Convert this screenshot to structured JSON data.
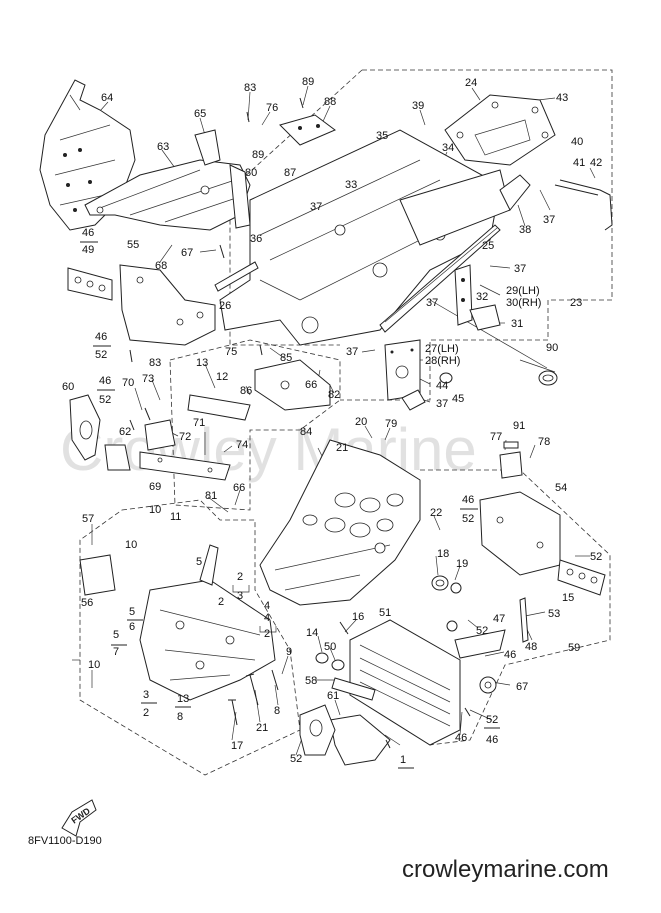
{
  "drawing_code": "8FV1100-D190",
  "site": "crowleymarine.com",
  "watermark": "Crowley Marine",
  "fwd_label": "FWD",
  "callouts": [
    "64",
    "65",
    "83",
    "76",
    "89",
    "88",
    "24",
    "43",
    "39",
    "35",
    "34",
    "40",
    "41",
    "42",
    "63",
    "89",
    "80",
    "87",
    "33",
    "37",
    "38",
    "37",
    "46",
    "49",
    "55",
    "68",
    "67",
    "36",
    "25",
    "37",
    "29(LH)",
    "30(RH)",
    "26",
    "75",
    "32",
    "31",
    "23",
    "37",
    "46",
    "52",
    "85",
    "37",
    "27(LH)",
    "28(RH)",
    "90",
    "13",
    "83",
    "12",
    "86",
    "66",
    "44",
    "45",
    "37",
    "82",
    "46",
    "52",
    "70",
    "73",
    "60",
    "84",
    "62",
    "72",
    "71",
    "74",
    "20",
    "79",
    "91",
    "21",
    "77",
    "78",
    "69",
    "81",
    "66",
    "54",
    "46",
    "52",
    "22",
    "57",
    "10",
    "11",
    "10",
    "5",
    "2",
    "3",
    "2",
    "4",
    "18",
    "19",
    "52",
    "56",
    "5",
    "6",
    "5",
    "7",
    "10",
    "4",
    "2",
    "3",
    "2",
    "13",
    "8",
    "9",
    "8",
    "21",
    "17",
    "16",
    "14",
    "50",
    "51",
    "47",
    "53",
    "52",
    "48",
    "46",
    "15",
    "59",
    "58",
    "61",
    "67",
    "52",
    "46",
    "52",
    "46",
    "1"
  ]
}
